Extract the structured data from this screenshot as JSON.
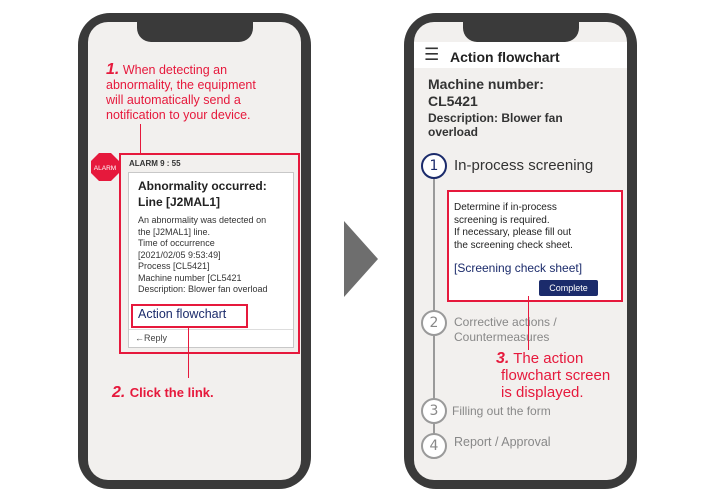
{
  "left_phone": {
    "annotation1": {
      "num": "1.",
      "lines": [
        "When detecting an",
        "abnormality, the equipment",
        "will automatically send a",
        "notification to your device."
      ]
    },
    "alarm_badge": "ALARM",
    "notification": {
      "header": "ALARM  9 : 55",
      "title_lines": [
        "Abnormality occurred:",
        "Line [J2MAL1]"
      ],
      "body_lines": [
        "An abnormality was detected on",
        "the [J2MAL1] line.",
        "Time of occurrence",
        "[2021/02/05 9:53:49]",
        "Process [CL5421]",
        "Machine number [CL5421",
        "Description: Blower fan overload"
      ],
      "link": "Action flowchart",
      "reply": "←Reply"
    },
    "annotation2": {
      "num": "2.",
      "text": "Click the link."
    }
  },
  "right_phone": {
    "menu_icon": "☰",
    "title": "Action flowchart",
    "machine_lines": [
      "Machine number:",
      "CL5421"
    ],
    "description_lines": [
      "Description: Blower fan",
      "overload"
    ],
    "steps": [
      {
        "num": "1",
        "label": "In-process screening"
      },
      {
        "num": "2",
        "label_lines": [
          "Corrective actions /",
          "Countermeasures"
        ]
      },
      {
        "num": "3",
        "label": "Filling out the form"
      },
      {
        "num": "4",
        "label": "Report / Approval"
      }
    ],
    "screening_box": {
      "lines": [
        "Determine if in-process",
        "screening is required.",
        "If necessary, please fill out",
        "the screening check sheet."
      ],
      "link": "[Screening check sheet]",
      "button": "Complete"
    },
    "annotation3": {
      "num": "3.",
      "lines": [
        "The action",
        "flowchart screen",
        "is displayed."
      ]
    }
  },
  "colors": {
    "accent_red": "#e6193c",
    "navy": "#1b2b6b",
    "phone_frame": "#3a3a3a",
    "screen_bg": "#f2f0ee"
  }
}
